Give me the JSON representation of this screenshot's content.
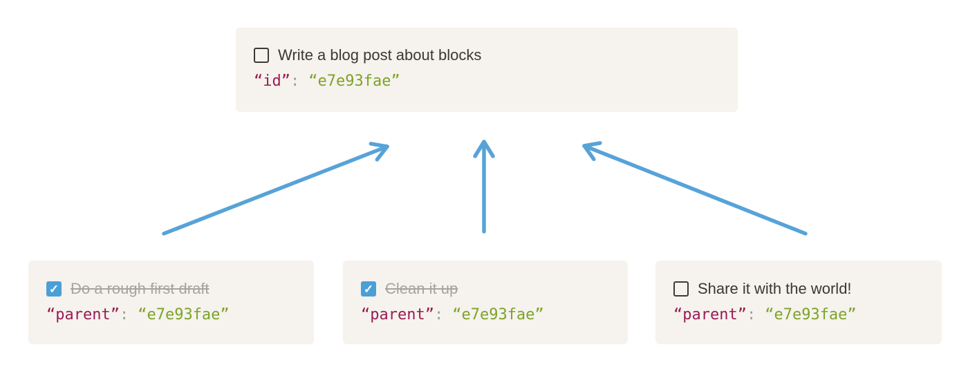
{
  "colors": {
    "page_bg": "#ffffff",
    "card_bg": "#f6f2ed",
    "title_text": "#3a3835",
    "done_text": "#a7a39d",
    "checkbox_border": "#3c3a35",
    "checkbox_checked_bg": "#4aa0d6",
    "check_glyph_color": "#ffffff",
    "arrow_blue": "#57a3d8",
    "code_key": "#9a1b56",
    "code_punct": "#9f9d99",
    "code_value": "#7ba428"
  },
  "icons": {
    "check_glyph": "✓"
  },
  "parent_card": {
    "title": "Write a blog post about blocks",
    "checkbox_checked": false,
    "code": {
      "key": "“id”",
      "colon": ":",
      "value": "“e7e93fae”"
    }
  },
  "child_cards": [
    {
      "title": "Do a rough first draft",
      "checkbox_checked": true,
      "completed": true,
      "code": {
        "key": "“parent”",
        "colon": ":",
        "value": "“e7e93fae”"
      }
    },
    {
      "title": "Clean it up",
      "checkbox_checked": true,
      "completed": true,
      "code": {
        "key": "“parent”",
        "colon": ":",
        "value": "“e7e93fae”"
      }
    },
    {
      "title": "Share it with the world!",
      "checkbox_checked": false,
      "completed": false,
      "code": {
        "key": "“parent”",
        "colon": ":",
        "value": "“e7e93fae”"
      }
    }
  ]
}
